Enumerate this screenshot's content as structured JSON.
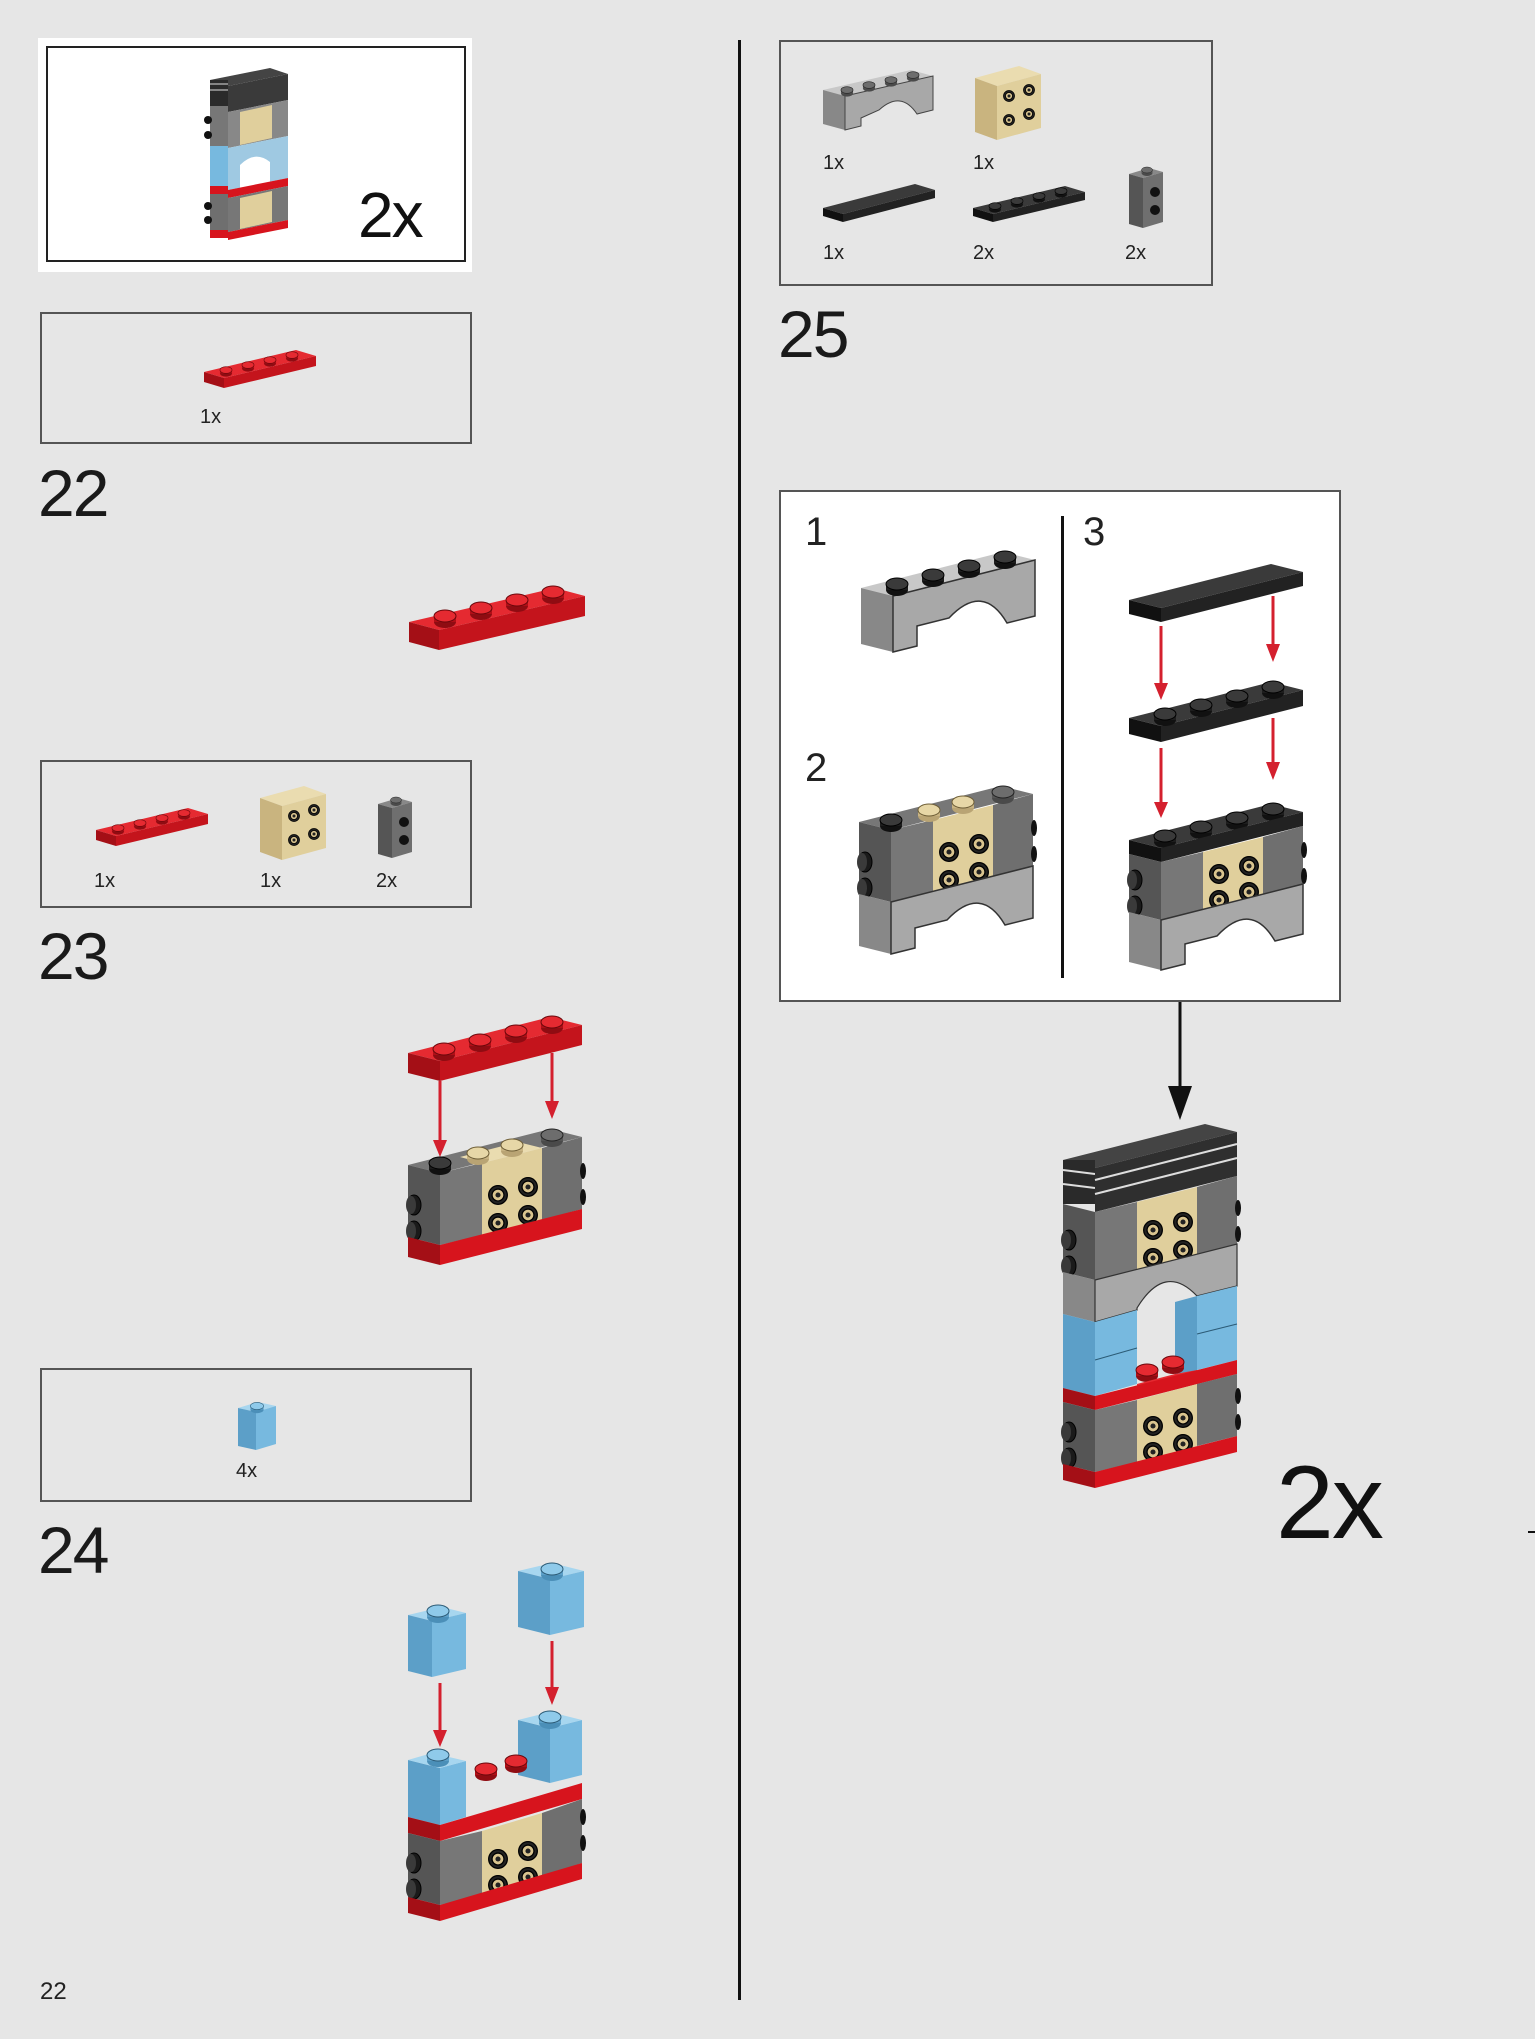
{
  "page_number": "22",
  "colors": {
    "background": "#e6e6e6",
    "red": "#d7141d",
    "tan": "#e0cf9c",
    "dark_gray": "#6f6f6f",
    "light_gray": "#a8a8a8",
    "black": "#2b2b2b",
    "blue": "#77b9df",
    "arrow_red": "#d4202e"
  },
  "submodel": {
    "multiplier": "2x"
  },
  "steps": [
    {
      "number": "22",
      "parts": [
        {
          "icon": "red-1x4-plate-icon",
          "qty": "1x"
        }
      ]
    },
    {
      "number": "23",
      "parts": [
        {
          "icon": "red-1x4-plate-icon",
          "qty": "1x"
        },
        {
          "icon": "tan-2x2-brick-with-studs-icon",
          "qty": "1x"
        },
        {
          "icon": "dark-gray-1x1-brick-side-studs-icon",
          "qty": "2x"
        }
      ]
    },
    {
      "number": "24",
      "parts": [
        {
          "icon": "blue-1x1-brick-icon",
          "qty": "4x"
        }
      ]
    },
    {
      "number": "25",
      "parts": [
        {
          "icon": "gray-1x4-arch-icon",
          "qty": "1x"
        },
        {
          "icon": "tan-2x2-brick-with-studs-icon",
          "qty": "1x"
        },
        {
          "icon": "black-1x4-tile-icon",
          "qty": "1x"
        },
        {
          "icon": "black-1x4-plate-icon",
          "qty": "2x"
        },
        {
          "icon": "dark-gray-1x1-brick-side-studs-icon",
          "qty": "2x"
        }
      ]
    }
  ],
  "substeps": [
    "1",
    "2",
    "3"
  ],
  "result_multiplier": "2x"
}
